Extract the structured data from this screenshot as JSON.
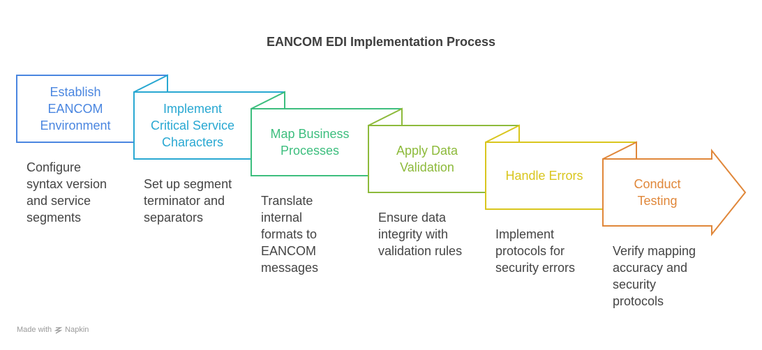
{
  "title": "EANCOM EDI Implementation Process",
  "steps": [
    {
      "label": "Establish EANCOM Environment",
      "label_lines": [
        "Establish",
        "EANCOM",
        "Environment"
      ],
      "description": "Configure syntax version and service segments",
      "desc_lines": [
        "Configure",
        "syntax version",
        "and service",
        "segments"
      ],
      "color": "#4A86E0"
    },
    {
      "label": "Implement Critical Service Characters",
      "label_lines": [
        "Implement",
        "Critical Service",
        "Characters"
      ],
      "description": "Set up segment terminator and separators",
      "desc_lines": [
        "Set up segment",
        "terminator and",
        "separators"
      ],
      "color": "#29A8D2"
    },
    {
      "label": "Map Business Processes",
      "label_lines": [
        "Map Business",
        "Processes"
      ],
      "description": "Translate internal formats to EANCOM messages",
      "desc_lines": [
        "Translate",
        "internal",
        "formats to",
        "EANCOM",
        "messages"
      ],
      "color": "#3DBE7E"
    },
    {
      "label": "Apply Data Validation",
      "label_lines": [
        "Apply Data",
        "Validation"
      ],
      "description": "Ensure data integrity with validation rules",
      "desc_lines": [
        "Ensure data",
        "integrity with",
        "validation rules"
      ],
      "color": "#8DBA3B"
    },
    {
      "label": "Handle Errors",
      "label_lines": [
        "Handle Errors"
      ],
      "description": "Implement protocols for security errors",
      "desc_lines": [
        "Implement",
        "protocols for",
        "security errors"
      ],
      "color": "#D9C61E"
    },
    {
      "label": "Conduct Testing",
      "label_lines": [
        "Conduct",
        "Testing"
      ],
      "description": "Verify mapping accuracy and security protocols",
      "desc_lines": [
        "Verify mapping",
        "accuracy and",
        "security",
        "protocols"
      ],
      "color": "#E0873A"
    }
  ],
  "footer": {
    "prefix": "Made with",
    "brand": "Napkin",
    "icon": "napkin-logo-icon"
  }
}
